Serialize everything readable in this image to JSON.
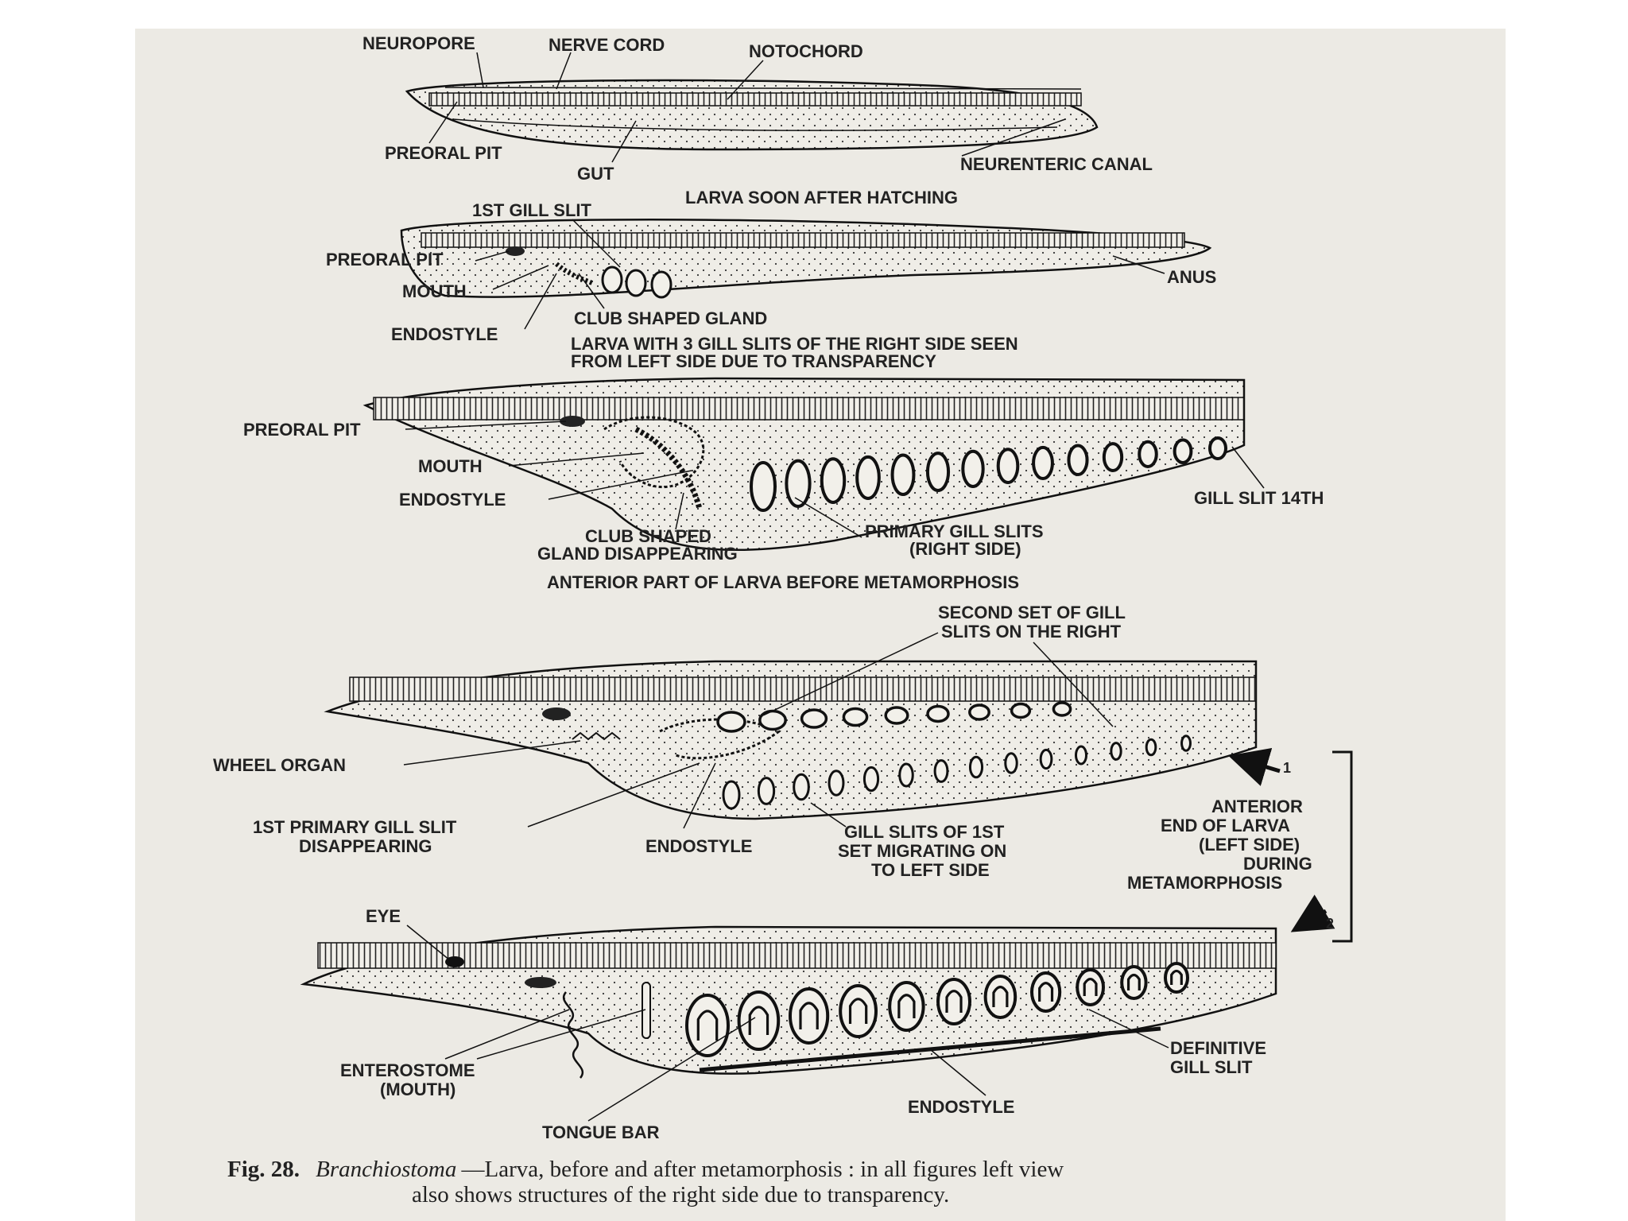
{
  "figure": {
    "stage1": {
      "title": "LARVA SOON AFTER HATCHING",
      "labels": {
        "neuropore": "NEUROPORE",
        "nerve_cord": "NERVE CORD",
        "notochord": "NOTOCHORD",
        "preoral_pit": "PREORAL PIT",
        "gut": "GUT",
        "neurenteric_canal": "NEURENTERIC CANAL"
      }
    },
    "stage2": {
      "title_line1": "LARVA WITH 3 GILL SLITS OF THE RIGHT SIDE SEEN",
      "title_line2": "FROM LEFT SIDE DUE TO TRANSPARENCY",
      "labels": {
        "first_gill_slit": "1ST GILL SLIT",
        "preoral_pit": "PREORAL PIT",
        "mouth": "MOUTH",
        "endostyle": "ENDOSTYLE",
        "club_shaped_gland": "CLUB SHAPED GLAND",
        "anus": "ANUS"
      }
    },
    "stage3": {
      "title": "ANTERIOR PART OF LARVA BEFORE METAMORPHOSIS",
      "labels": {
        "preoral_pit": "PREORAL PIT",
        "mouth": "MOUTH",
        "endostyle": "ENDOSTYLE",
        "club_line1": "CLUB SHAPED",
        "club_line2": "GLAND DISAPPEARING",
        "primary_line1": "PRIMARY GILL SLITS",
        "primary_line2": "(RIGHT SIDE)",
        "gill_slit_14": "GILL SLIT 14TH"
      }
    },
    "stage4": {
      "labels": {
        "second_set_line1": "SECOND SET OF GILL",
        "second_set_line2": "SLITS ON THE RIGHT",
        "wheel_organ": "WHEEL ORGAN",
        "first_primary_line1": "1ST PRIMARY GILL SLIT",
        "first_primary_line2": "DISAPPEARING",
        "endostyle": "ENDOSTYLE",
        "migrating_line1": "GILL SLITS OF 1ST",
        "migrating_line2": "SET MIGRATING ON",
        "migrating_line3": "TO LEFT SIDE"
      }
    },
    "side_note": {
      "line1": "ANTERIOR",
      "line2": "END OF LARVA",
      "line3": "(LEFT SIDE)",
      "line4": "DURING",
      "line5": "METAMORPHOSIS",
      "arrow1": "1",
      "arrow2": "2"
    },
    "stage5": {
      "labels": {
        "eye": "EYE",
        "enterostome_line1": "ENTEROSTOME",
        "enterostome_line2": "(MOUTH)",
        "definitive_line1": "DEFINITIVE",
        "definitive_line2": "GILL SLIT",
        "endostyle": "ENDOSTYLE",
        "tongue_bar": "TONGUE BAR"
      }
    },
    "caption": {
      "fig_no": "Fig. 28.",
      "genus": "Branchiostoma",
      "line1_rest": "—Larva, before and after metamorphosis : in all figures left view",
      "line2": "also shows structures of the right side due to transparency."
    }
  }
}
